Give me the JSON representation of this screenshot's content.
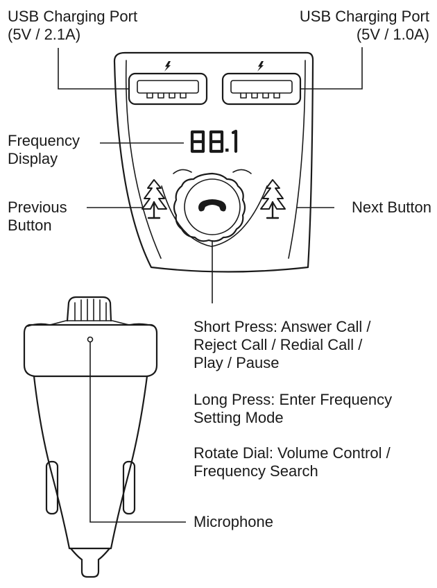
{
  "labels": {
    "usb_left": [
      "USB Charging Port",
      "(5V / 2.1A)"
    ],
    "usb_right": [
      "USB Charging Port",
      "(5V / 1.0A)"
    ],
    "frequency_display": [
      "Frequency",
      "Display"
    ],
    "previous_button": [
      "Previous",
      "Button"
    ],
    "next_button": "Next Button",
    "dial_short_press": [
      "Short Press: Answer Call /",
      "Reject Call / Redial Call /",
      "Play / Pause"
    ],
    "dial_long_press": [
      "Long Press: Enter Frequency",
      "Setting Mode"
    ],
    "dial_rotate": [
      "Rotate Dial: Volume Control /",
      "Frequency Search"
    ],
    "microphone": "Microphone"
  },
  "display": {
    "readout": "88.1"
  },
  "icons": {
    "call": "phone-handset-icon",
    "previous": "skip-previous-icon",
    "next": "skip-next-icon",
    "usb_bolt": "lightning-bolt-icon"
  },
  "colors": {
    "line": "#1a1a1a",
    "background": "#ffffff"
  }
}
